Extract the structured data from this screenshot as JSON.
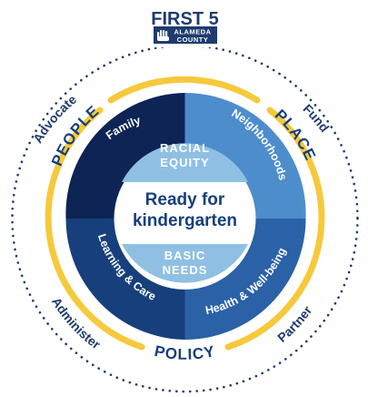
{
  "logo": {
    "title": "FIRST 5",
    "sub_line1": "ALAMEDA",
    "sub_line2": "COUNTY"
  },
  "outer_ring": {
    "labels": [
      "Advocate",
      "Fund",
      "Administer",
      "Partner"
    ]
  },
  "middle_ring": {
    "labels": [
      "PEOPLE",
      "PLACE",
      "POLICY"
    ]
  },
  "inner_ring": {
    "labels": [
      "Family",
      "Neighborhoods",
      "Learning & Care",
      "Health & Well-being"
    ]
  },
  "center": {
    "top_cap_line1": "RACIAL",
    "top_cap_line2": "EQUITY",
    "main_line1": "Ready for",
    "main_line2": "kindergarten",
    "bottom_cap_line1": "BASIC",
    "bottom_cap_line2": "NEEDS"
  },
  "colors": {
    "navy": "#0d2454",
    "dark_blue": "#173f7c",
    "mid_blue": "#2a61a7",
    "light_blue": "#4e8dcc",
    "cap_blue": "#8fc0e4",
    "yellow": "#f6c93c",
    "dots": "#1e3b6f"
  }
}
